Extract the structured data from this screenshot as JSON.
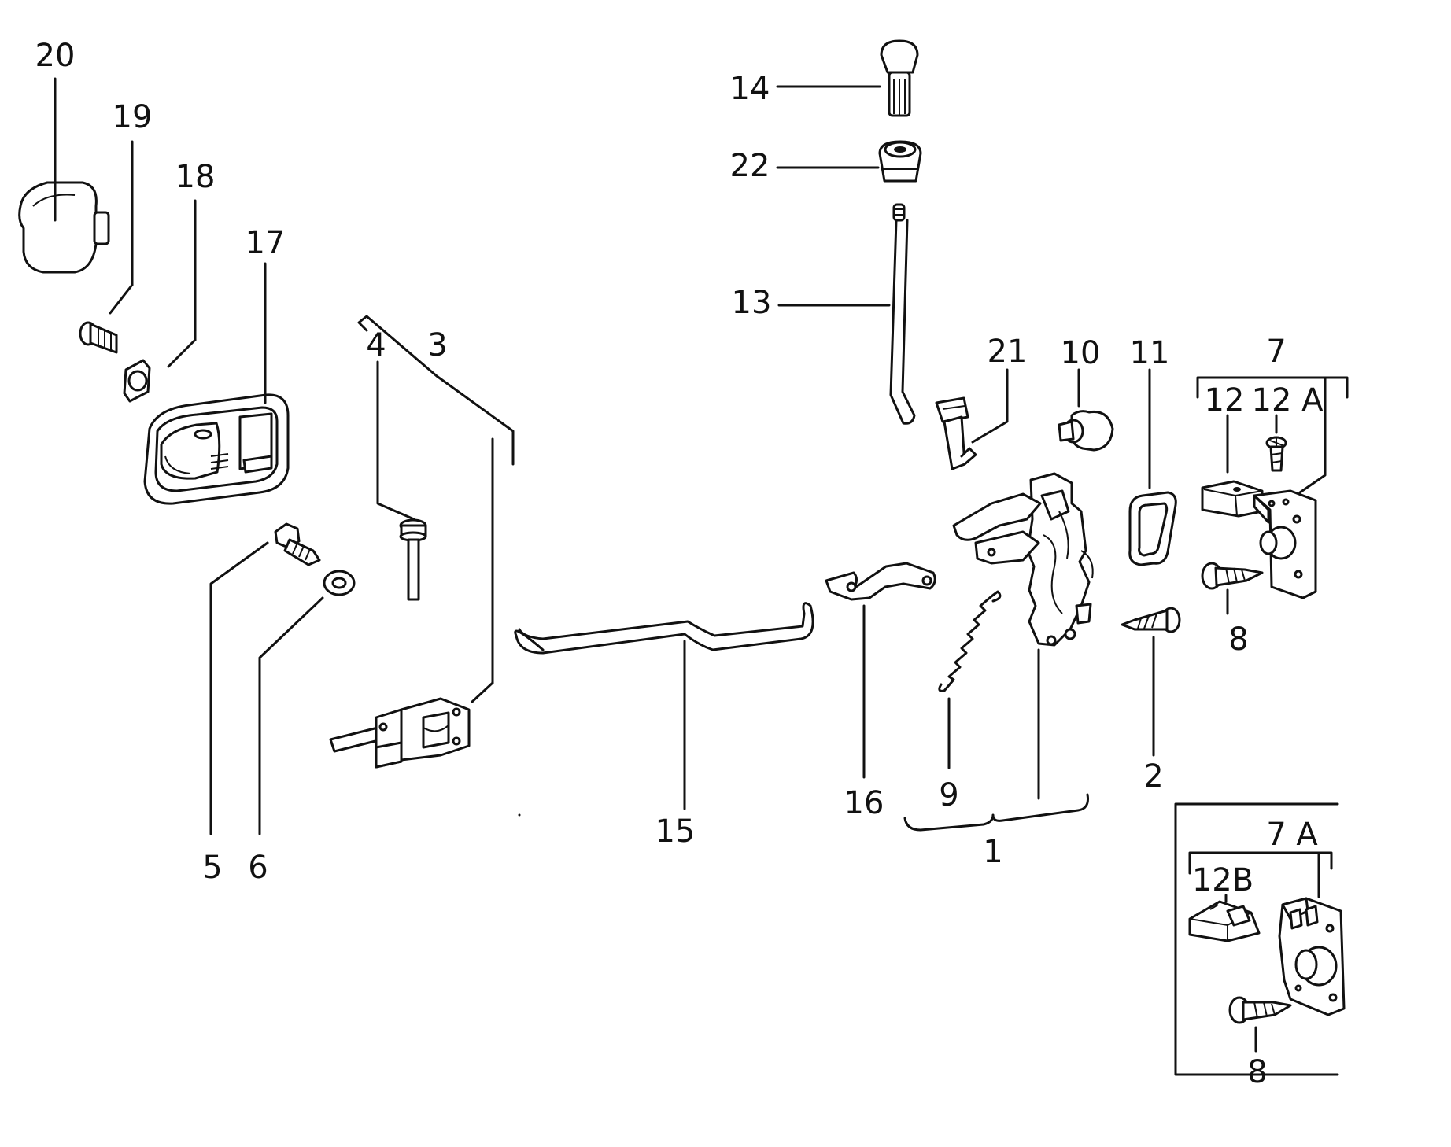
{
  "labels": {
    "l20": "20",
    "l19": "19",
    "l18": "18",
    "l17": "17",
    "l4": "4",
    "l3": "3",
    "l5": "5",
    "l6": "6",
    "l14": "14",
    "l22": "22",
    "l13": "13",
    "l21": "21",
    "l10": "10",
    "l11": "11",
    "l7": "7",
    "l12": "12",
    "l12a": "12 A",
    "l8": "8",
    "l15": "15",
    "l16": "16",
    "l9": "9",
    "l2": "2",
    "l1": "1",
    "l7a": "7 A",
    "l12b": "12B",
    "l8b": "8"
  }
}
